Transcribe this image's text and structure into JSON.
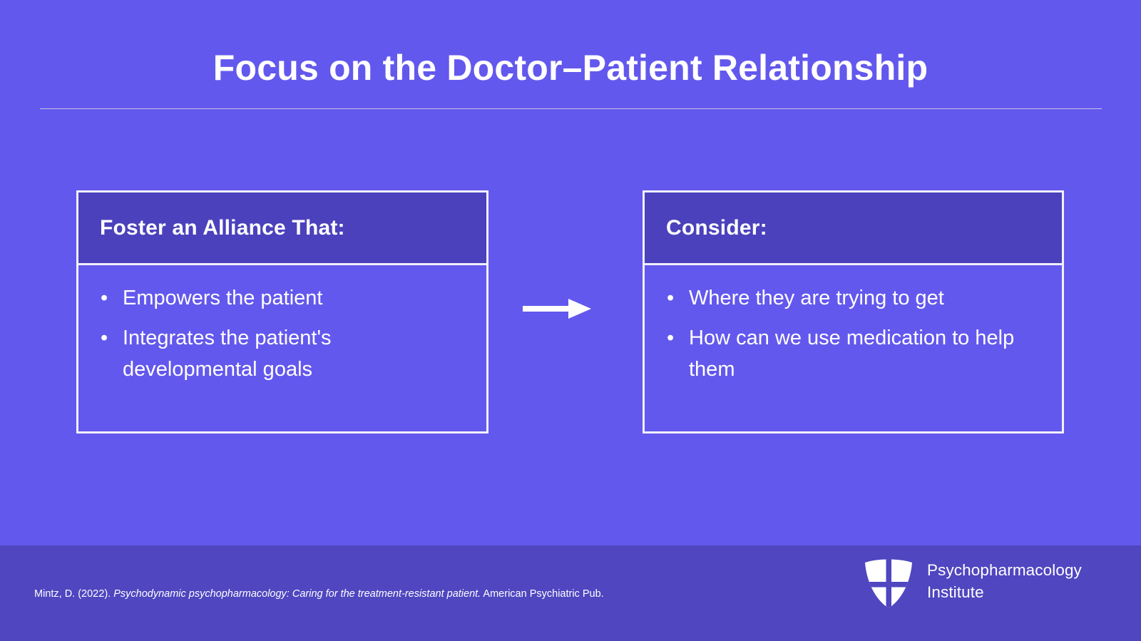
{
  "slide": {
    "title": "Focus on the Doctor–Patient Relationship",
    "background_color": "#6358ED",
    "panel_header_color": "#4B41BC",
    "footer_color": "#4F46C0",
    "border_color": "#F1F0FA",
    "text_color": "#FFFFFF"
  },
  "panels": {
    "left": {
      "header": "Foster an Alliance That:",
      "bullet_glyph": "•",
      "bullets": [
        "Empowers the patient",
        "Integrates the patient's developmental goals"
      ]
    },
    "right": {
      "header": "Consider:",
      "bullet_glyph": "•",
      "bullets": [
        "Where they are trying to get",
        "How can we use medication to help them"
      ]
    }
  },
  "arrow": {
    "icon": "arrow-right-icon",
    "direction": "right",
    "color": "#FFFFFF"
  },
  "footer": {
    "citation": {
      "prefix": "Mintz, D. (2022). ",
      "italic_title": "Psychodynamic psychopharmacology: Caring for the treatment-resistant patient.",
      "suffix": " American Psychiatric Pub."
    },
    "logo": {
      "icon": "shield-logo-icon",
      "line1": "Psychopharmacology",
      "line2": "Institute"
    }
  }
}
